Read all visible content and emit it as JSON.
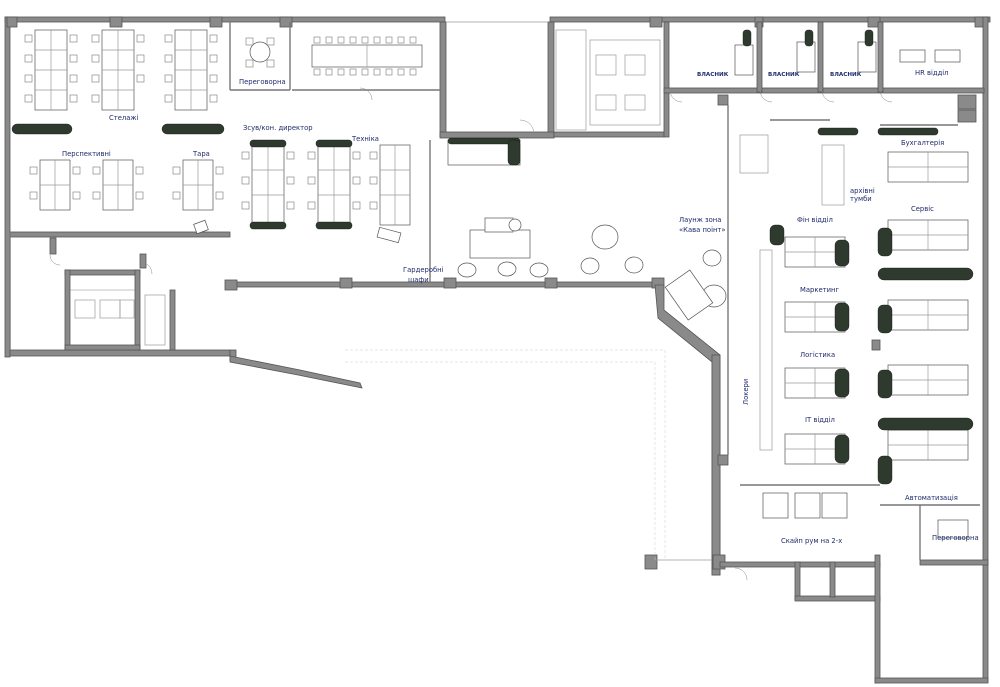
{
  "labels": {
    "stelazhi": "Стелажі",
    "perspektyvni": "Перспективні",
    "tara": "Тара",
    "peregovorna_top": "Переговорна",
    "zsuv_director": "Зсув/кон. директор",
    "tekhnika": "Техніка",
    "garderob": "Гардеробні\nшафи",
    "lounge": "Лаунж зона\n«Кава поінт»",
    "vlasnyk1": "ВЛАСНИК",
    "vlasnyk2": "ВЛАСНИК",
    "vlasnyk3": "ВЛАСНИК",
    "hr": "HR відділ",
    "bukhgalteriya": "Бухгалтерія",
    "arkhivni": "архівні\nтумби",
    "servis": "Сервіс",
    "fin": "Фін відділ",
    "marketynh": "Маркетинг",
    "lohistyka": "Логістика",
    "it": "IT відділ",
    "lokery": "Локери",
    "avtomatyzatsiya": "Автоматизація",
    "peregovorna_bottom": "Переговорна",
    "skail_room": "Скайп рум на 2-х"
  }
}
